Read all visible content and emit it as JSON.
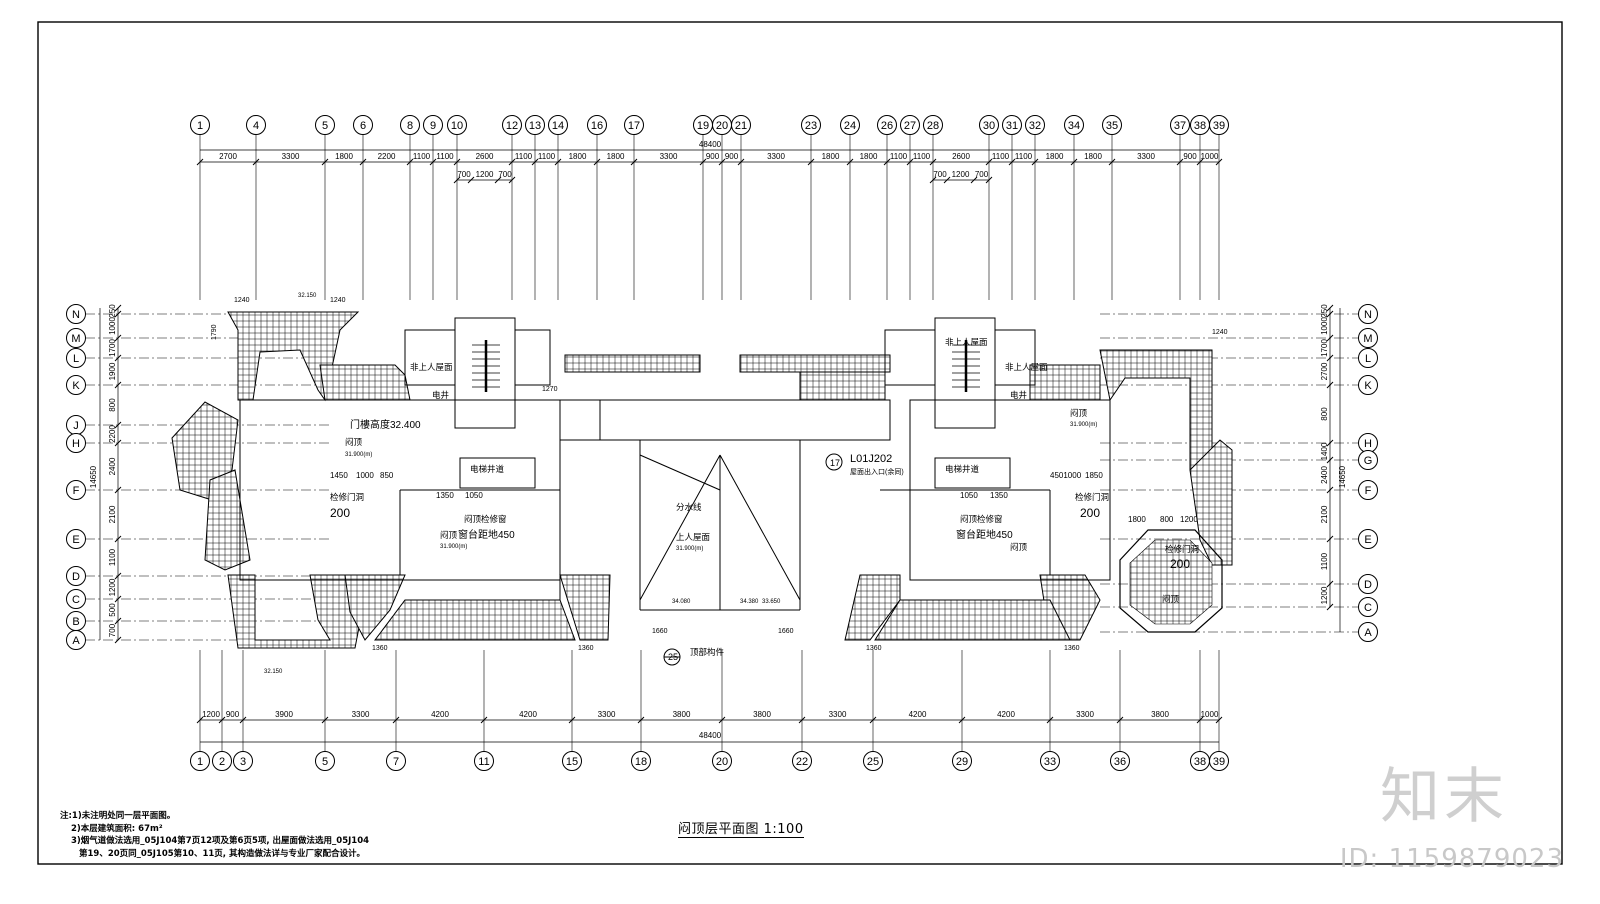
{
  "drawing": {
    "title": "闷顶层平面图 1:100",
    "total_dimension": "48400"
  },
  "top_axes": [
    "1",
    "4",
    "5",
    "6",
    "8",
    "9",
    "10",
    "12",
    "13",
    "14",
    "16",
    "17",
    "19",
    "20",
    "21",
    "23",
    "24",
    "26",
    "27",
    "28",
    "30",
    "31",
    "32",
    "34",
    "35",
    "37",
    "38",
    "39"
  ],
  "bottom_axes": [
    "1",
    "2",
    "3",
    "5",
    "7",
    "11",
    "15",
    "18",
    "20",
    "22",
    "25",
    "29",
    "33",
    "36",
    "38",
    "39"
  ],
  "left_axes": [
    "N",
    "M",
    "L",
    "K",
    "J",
    "H",
    "F",
    "E",
    "D",
    "C",
    "B",
    "A"
  ],
  "right_axes": [
    "N",
    "M",
    "L",
    "K",
    "H",
    "G",
    "F",
    "E",
    "D",
    "C",
    "A"
  ],
  "top_dims": [
    "2700",
    "3300",
    "1800",
    "2200",
    "1100",
    "1100",
    "2600",
    "1100",
    "1100",
    "1800",
    "1800",
    "3300",
    "900",
    "900",
    "3300",
    "1800",
    "1800",
    "1100",
    "1100",
    "2600",
    "1100",
    "1100",
    "1800",
    "1800",
    "3300",
    "900",
    "1000"
  ],
  "bottom_dims": [
    "1200",
    "900",
    "3900",
    "3300",
    "4200",
    "4200",
    "3300",
    "3800",
    "3800",
    "3300",
    "4200",
    "4200",
    "3300",
    "3800",
    "1000"
  ],
  "left_dims": [
    "250",
    "1000",
    "1700",
    "1900",
    "800",
    "2200",
    "2400",
    "2100",
    "1100",
    "1200",
    "500",
    "700"
  ],
  "left_total": "14650",
  "right_dims": [
    "250",
    "1000",
    "1700",
    "2700",
    "800",
    "1400",
    "2400",
    "2100",
    "1100",
    "1200"
  ],
  "right_total": "14650",
  "stair_dims": [
    "700",
    "1200",
    "700"
  ],
  "annotations": {
    "door_height": "门樓高度32.400",
    "attic_left": "闷顶",
    "attic_elev": "31.900(m)",
    "inspect_door": "检修门洞",
    "inspect_size": "200",
    "attic_window": "闷顶检修窗",
    "window_sill": "窗台距地450",
    "elevator_shaft": "电梯井道",
    "elec_shaft": "电井",
    "roof_access": "非上人屋面",
    "upper_roof": "上人屋面",
    "roof_exit": "屋面出入口(余同)",
    "detail_ref": "L01J202",
    "detail_num": "17",
    "watershed": "分水线",
    "parapet": "顶部构件",
    "parapet_num": "25",
    "elev_32150": "32.150",
    "elev_34080": "34.080",
    "elev_34380": "34.380",
    "elev_33650": "33.650",
    "d1240": "1240",
    "d1790": "1790",
    "d1270": "1270",
    "d1450": "1450",
    "d1000": "1000",
    "d850": "850",
    "d1350": "1350",
    "d1050": "1050",
    "d1360": "1360",
    "d1660": "1660",
    "d1800": "1800",
    "d800": "800",
    "d1200": "1200",
    "d1850": "1850",
    "d4501000": "4501000"
  },
  "notes": [
    "注:1)未注明处同一层平面图。",
    "2)本层建筑面积: 67m²",
    "3)烟气道做法选用_05J104第7页12项及第6页5项, 出屋面做法选用_05J104",
    "第19、20页同_05J105第10、11页, 其构造做法详与专业厂家配合设计。"
  ],
  "watermark": {
    "logo": "知末",
    "id": "ID: 1159879023"
  }
}
